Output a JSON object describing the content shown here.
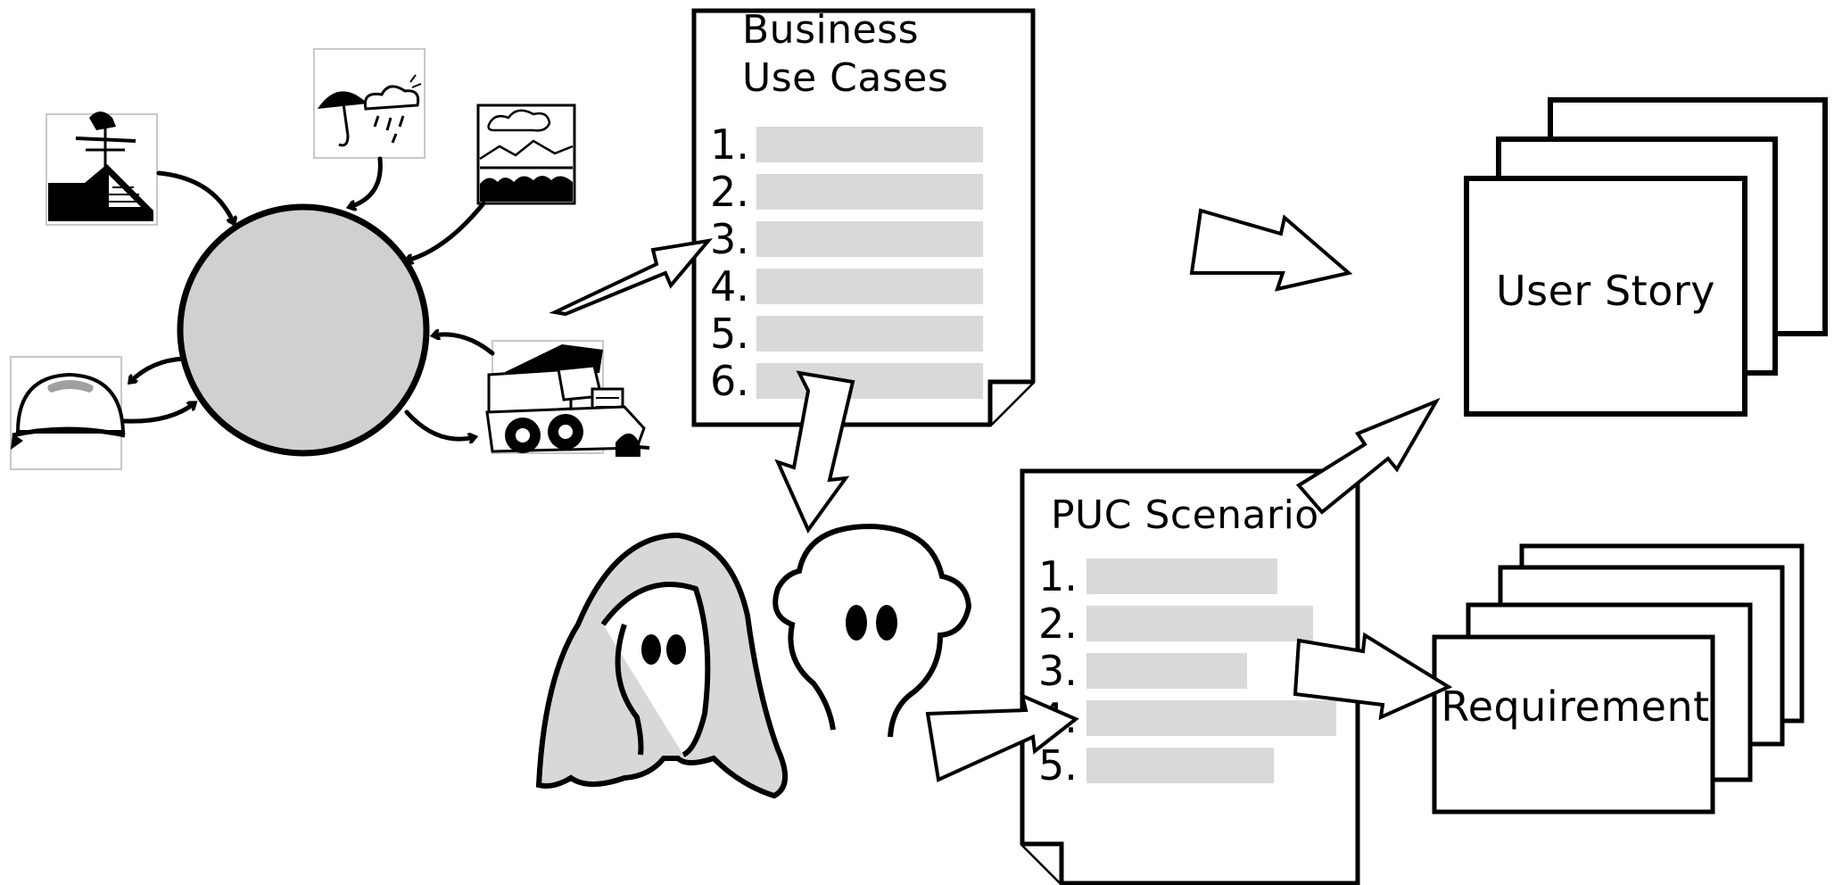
{
  "business_use_cases": {
    "title_line1": "Business",
    "title_line2": "Use Cases",
    "items": [
      "1.",
      "2.",
      "3.",
      "4.",
      "5.",
      "6."
    ]
  },
  "puc_scenario": {
    "title": "PUC Scenario",
    "items": [
      "1.",
      "2.",
      "3.",
      "4.",
      "5."
    ]
  },
  "user_story": {
    "label": "User Story"
  },
  "requirement": {
    "label": "Requirement"
  },
  "colors": {
    "ink": "#000000",
    "fill_gray": "#d0d0d0",
    "bar_gray": "#d9d9d9",
    "paper": "#ffffff"
  },
  "icons": [
    "weather-vane-icon",
    "umbrella-cloud-icon",
    "landscape-icon",
    "hard-hat-icon",
    "dump-truck-icon",
    "woman-figure-icon",
    "man-figure-icon"
  ]
}
